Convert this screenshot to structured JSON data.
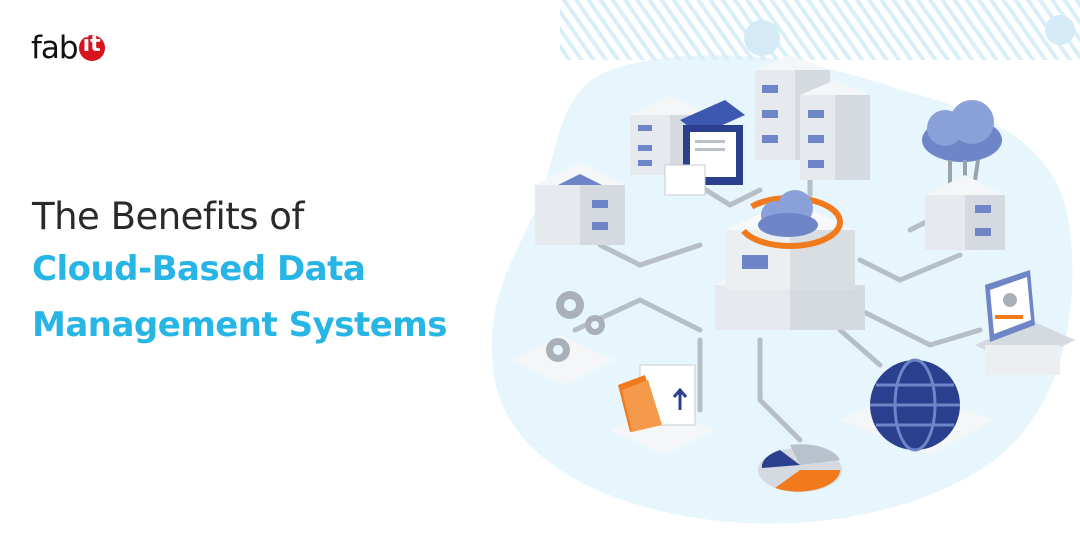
{
  "brand": {
    "prefix": "fab",
    "mark": "it"
  },
  "headline": {
    "line1": "The Benefits of",
    "line2": "Cloud-Based Data",
    "line3": "Management Systems"
  },
  "colors": {
    "accent": "#27b5e6",
    "brand_red": "#d7141e",
    "orange": "#f07a1c",
    "navy": "#2b3f8f",
    "blob": "#e7f5fc"
  },
  "illustration": {
    "icons": [
      "server-stack-icon",
      "cloud-icon",
      "sync-arrows-icon",
      "gears-icon",
      "folder-icon",
      "globe-icon",
      "pie-chart-icon",
      "laptop-icon",
      "window-icon"
    ]
  }
}
